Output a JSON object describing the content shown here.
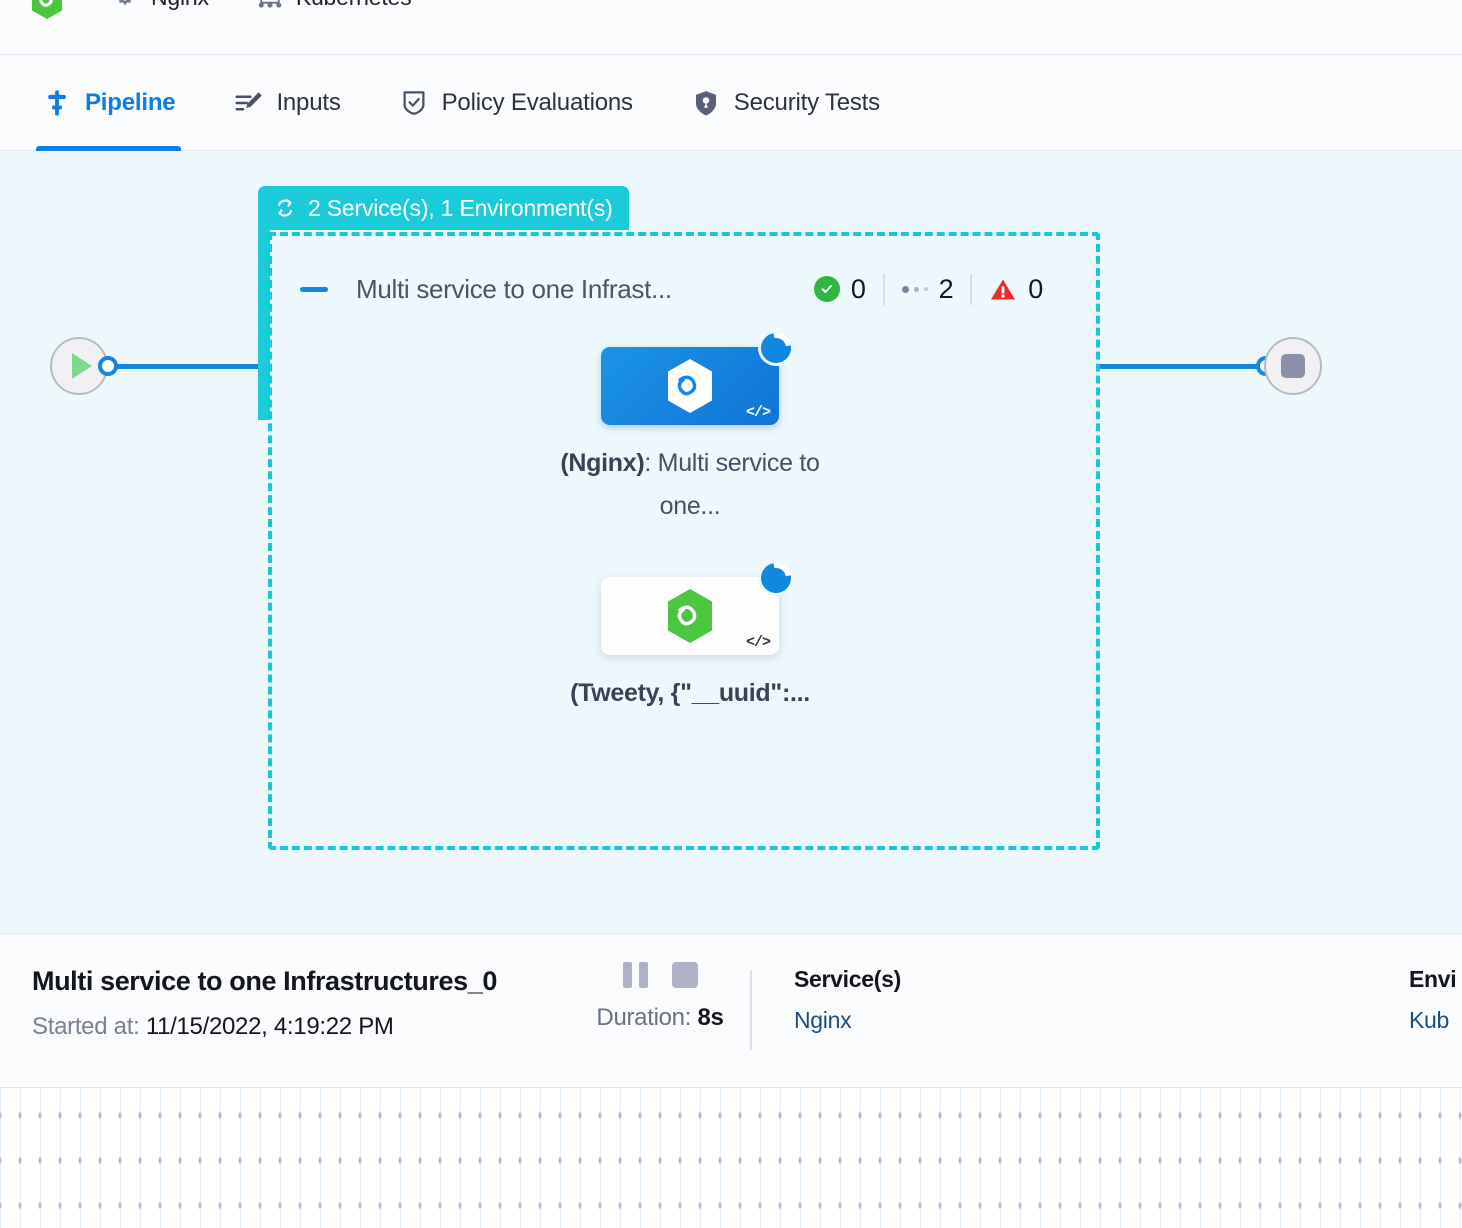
{
  "breadcrumb": {
    "items": [
      {
        "label": "",
        "icon": "harness-hexagon-logo"
      },
      {
        "label": "Nginx",
        "icon": "gear-icon"
      },
      {
        "label": "Kubernetes",
        "icon": "infrastructure-icon"
      }
    ]
  },
  "tabs": [
    {
      "label": "Pipeline",
      "icon": "pipeline-icon",
      "active": true
    },
    {
      "label": "Inputs",
      "icon": "inputs-icon",
      "active": false
    },
    {
      "label": "Policy Evaluations",
      "icon": "policy-shield-check-icon",
      "active": false
    },
    {
      "label": "Security Tests",
      "icon": "security-shield-icon",
      "active": false
    }
  ],
  "canvas": {
    "group": {
      "badge_label": "2 Service(s), 1 Environment(s)",
      "badge_icon": "repeat-loop-icon",
      "badge_color": "#1ccbda",
      "border_color": "#15c7da",
      "title": "Multi service to one Infrast...",
      "status": {
        "success_count": "0",
        "running_count": "2",
        "error_count": "0"
      }
    },
    "nodes": [
      {
        "name_bold": "(Nginx)",
        "name_rest": ": Multi service to one...",
        "card_style": "blue",
        "hex_color": "#ffffff",
        "status_icon": "running-spinner-icon",
        "code_badge": "</>"
      },
      {
        "name_bold": "(Tweety, {\"__uuid\":...",
        "name_rest": "",
        "card_style": "white",
        "hex_color": "#4ac63f",
        "status_icon": "running-spinner-icon",
        "code_badge": "</>"
      }
    ],
    "start_icon": "play-icon",
    "end_icon": "stop-icon"
  },
  "detail": {
    "title": "Multi service to one Infrastructures_0",
    "started_label": "Started at:",
    "started_value": "11/15/2022, 4:19:22 PM",
    "duration_label": "Duration:",
    "duration_value": "8s",
    "pause_icon": "pause-icon",
    "stop_icon": "stop-icon",
    "columns": [
      {
        "head": "Service(s)",
        "link": "Nginx"
      },
      {
        "head": "Envi",
        "link": "Kub"
      }
    ]
  }
}
